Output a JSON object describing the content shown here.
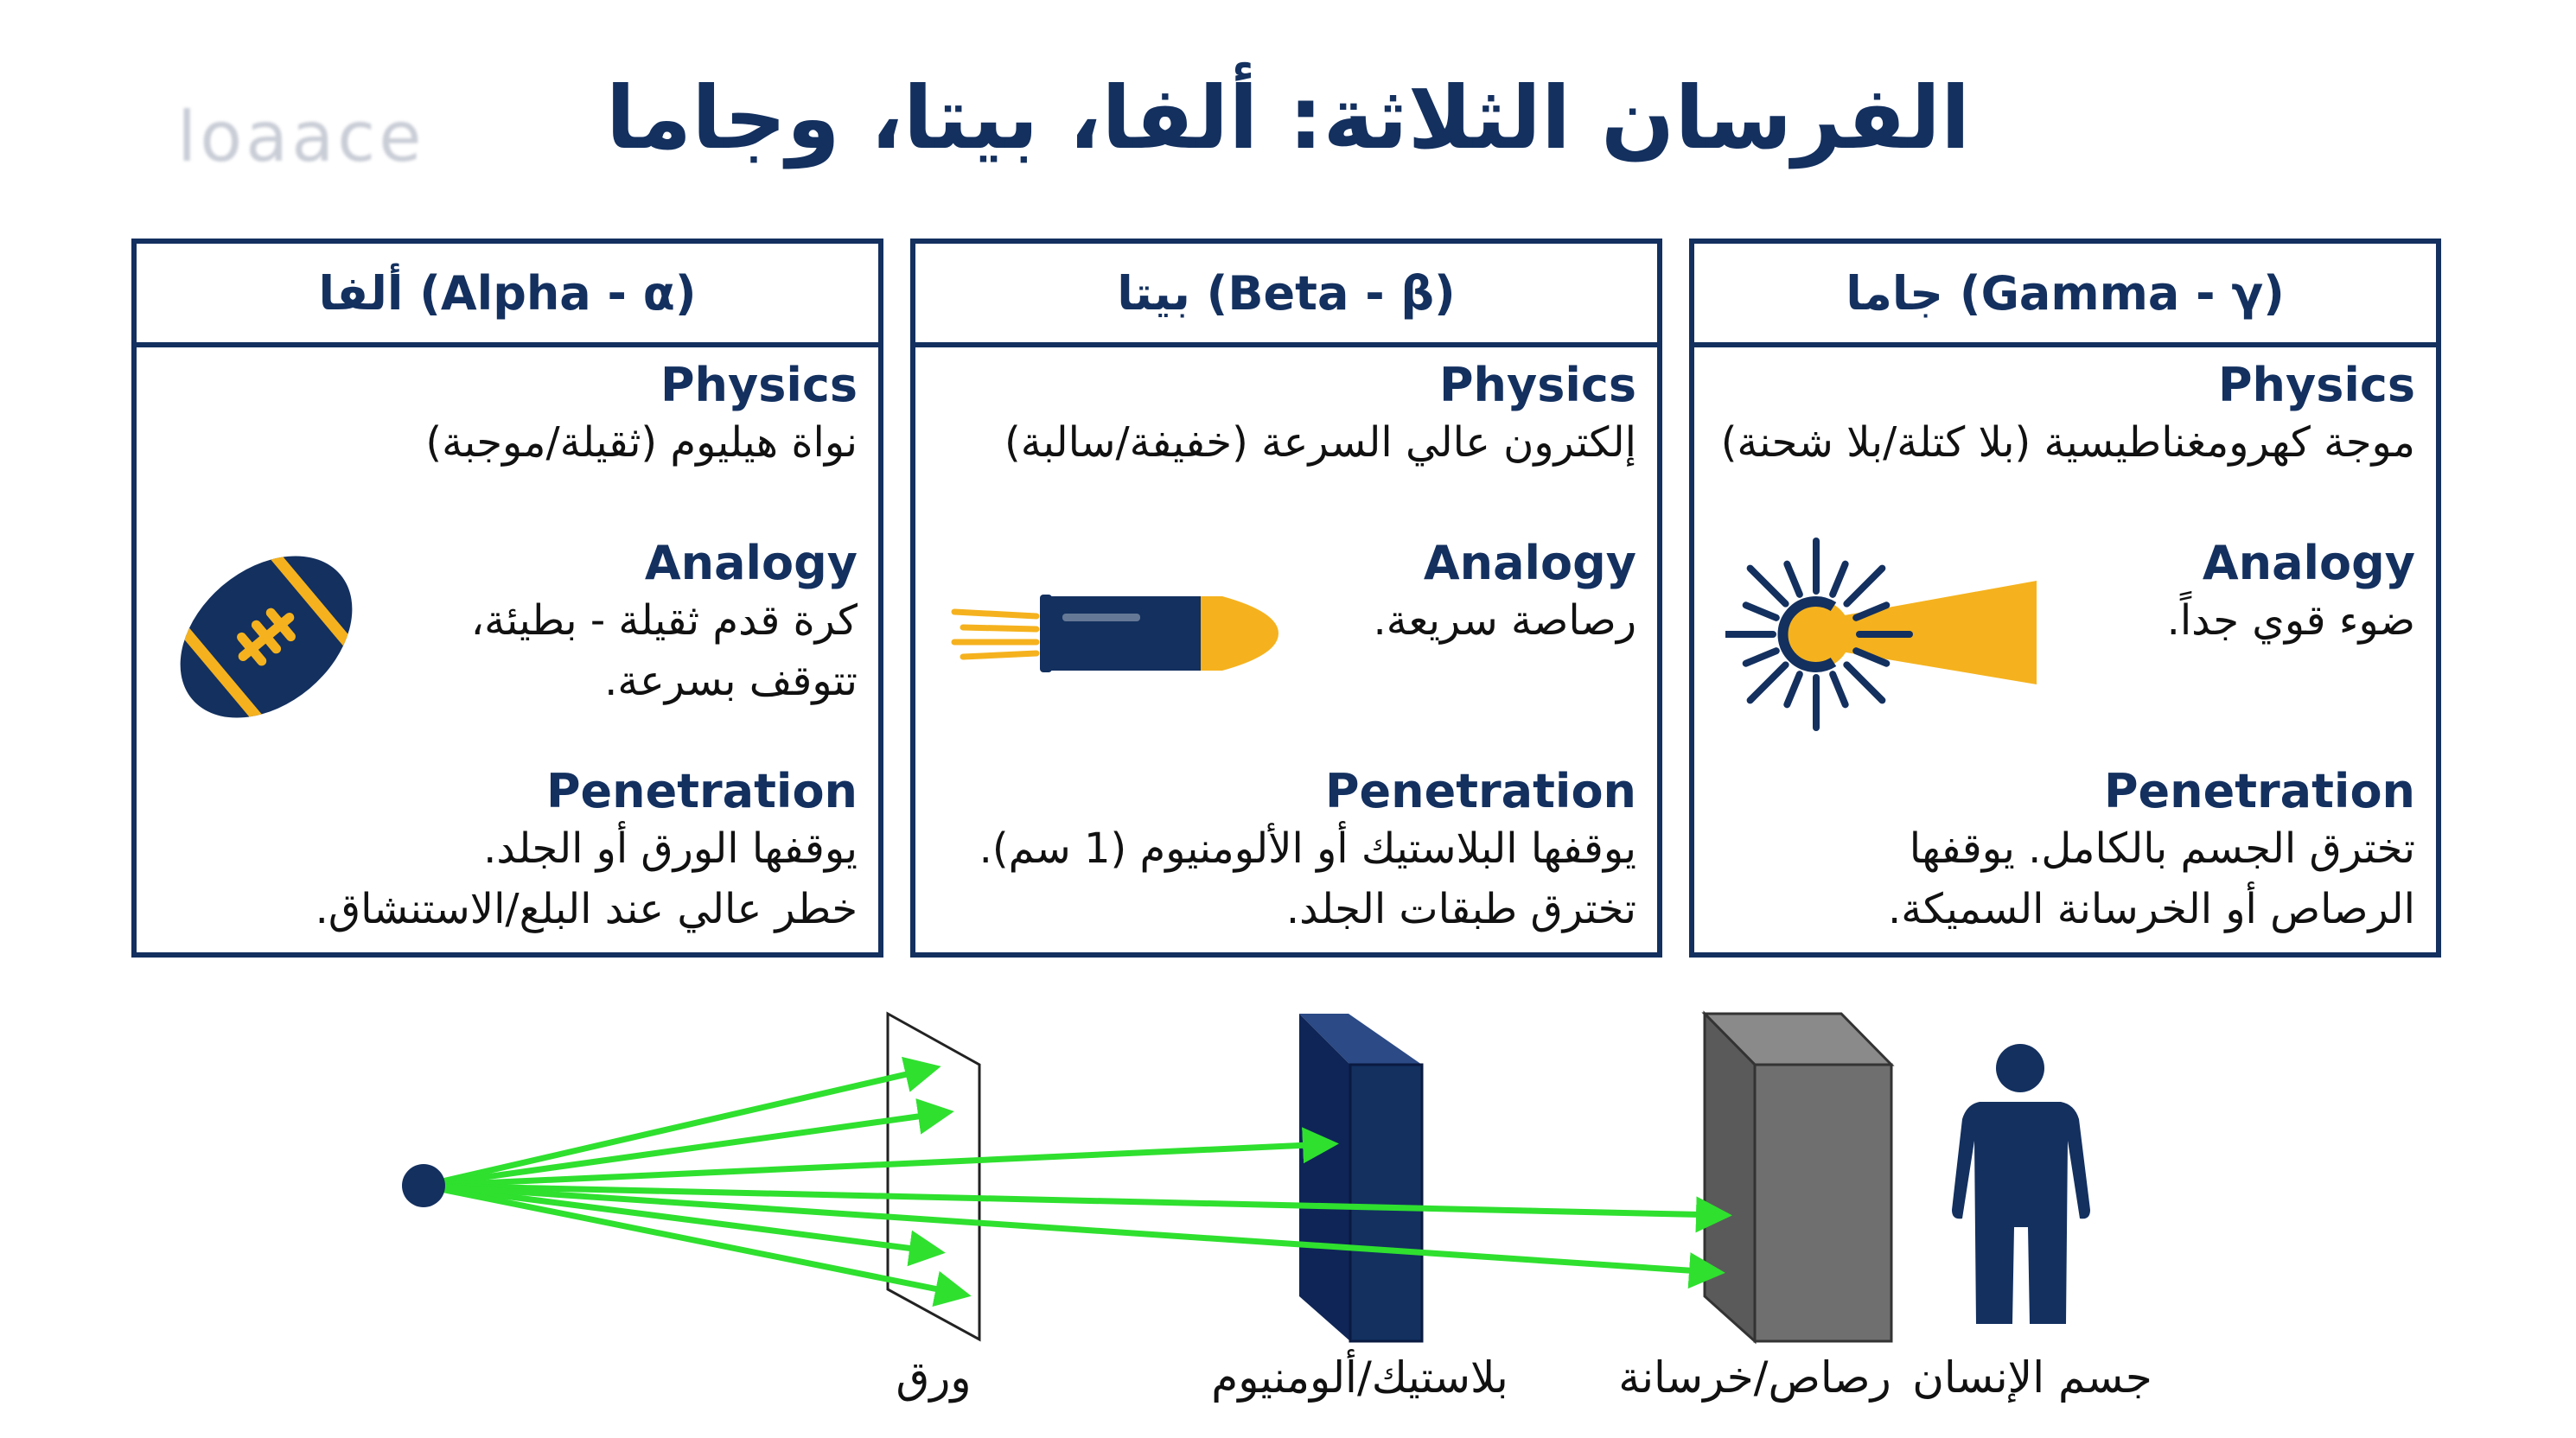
{
  "logo_text": "loaace",
  "title": "الفرسان الثلاثة: ألفا، بيتا، وجاما",
  "labels": {
    "physics": "Physics",
    "analogy": "Analogy",
    "penetration": "Penetration"
  },
  "cards": [
    {
      "header": "ألفا (Alpha - α)",
      "physics": "نواة هيليوم (ثقيلة/موجبة)",
      "analogy": [
        "كرة قدم ثقيلة - بطيئة،",
        "تتوقف بسرعة."
      ],
      "penetration": [
        "يوقفها الورق أو الجلد.",
        "خطر عالي عند البلع/الاستنشاق."
      ],
      "icon": "football-icon"
    },
    {
      "header": "بيتا (Beta - β)",
      "physics": "إلكترون عالي السرعة (خفيفة/سالبة)",
      "analogy": [
        "رصاصة سريعة."
      ],
      "penetration": [
        "يوقفها البلاستيك أو الألومنيوم (1 سم).",
        "تخترق طبقات الجلد."
      ],
      "icon": "bullet-icon"
    },
    {
      "header": "جاما (Gamma - γ)",
      "physics": "موجة كهرومغناطيسية (بلا كتلة/بلا شحنة)",
      "analogy": [
        "ضوء قوي جداً."
      ],
      "penetration": [
        "تخترق الجسم بالكامل. يوقفها",
        "الرصاص أو الخرسانة السميكة."
      ],
      "icon": "light-beam-icon"
    }
  ],
  "diagram": {
    "barriers": [
      "ورق",
      "بلاستيك/ألومنيوم",
      "رصاص/خرسانة",
      "جسم الإنسان"
    ]
  },
  "colors": {
    "navy": "#13305f",
    "gold": "#f5b21e",
    "green": "#2fe02f",
    "gray": "#6f6f6f"
  }
}
